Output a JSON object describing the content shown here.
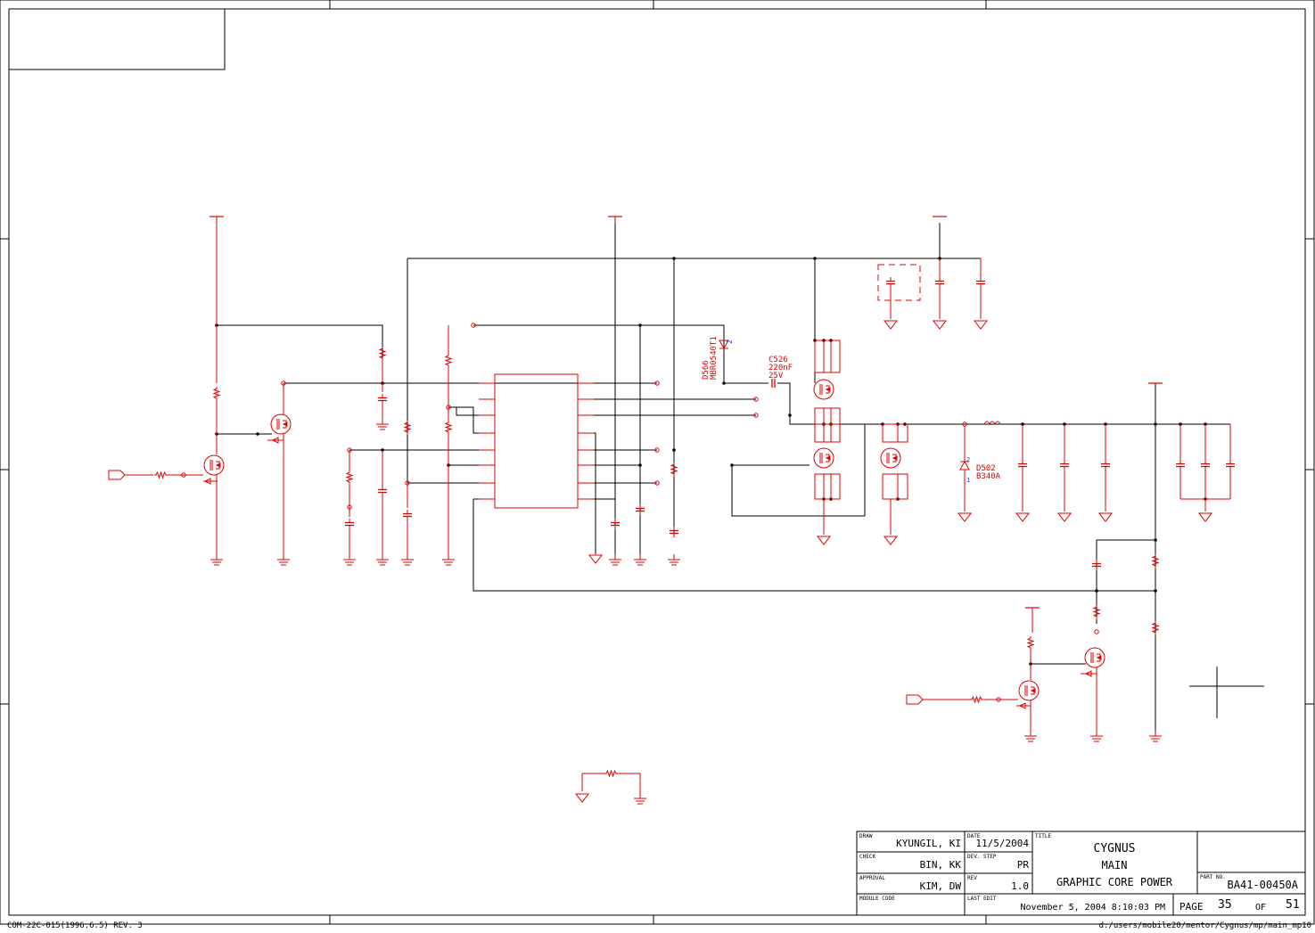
{
  "footer": {
    "form": "COM-22C-015(1996.6.5) REV. 3",
    "path": "d:/users/mobile20/mentor/Cygnus/mp/main_mp10"
  },
  "components": {
    "d566": {
      "ref": "D566",
      "value": "MBR0540T1",
      "pin": "2"
    },
    "c526": {
      "ref": "C526",
      "value": "220nF",
      "rating": "25V"
    },
    "d502": {
      "ref": "D502",
      "value": "B340A",
      "pin1": "2",
      "pin2": "1"
    }
  },
  "titleblock": {
    "draw_label": "DRAW",
    "draw": "KYUNGIL, KI",
    "date_label": "DATE",
    "date": "11/5/2004",
    "title_label": "TITLE",
    "check_label": "CHECK",
    "check": "BIN, KK",
    "dev_label": "DEV. STEP",
    "dev": "PR",
    "approval_label": "APPROVAL",
    "approval": "KIM, DW",
    "rev_label": "REV",
    "rev": "1.0",
    "module_label": "MODULE CODE",
    "lastedit_label": "LAST EDIT",
    "lastedit": "November 5, 2004  8:10:03 PM",
    "title1": "CYGNUS",
    "title2": "MAIN",
    "title3": "GRAPHIC CORE POWER",
    "part_label": "PART NO.",
    "part": "BA41-00450A",
    "page_label": "PAGE",
    "page": "35",
    "of_label": "OF",
    "total": "51"
  },
  "colors": {
    "schematic": "#e00000",
    "wire": "#000000",
    "border": "#000000"
  }
}
